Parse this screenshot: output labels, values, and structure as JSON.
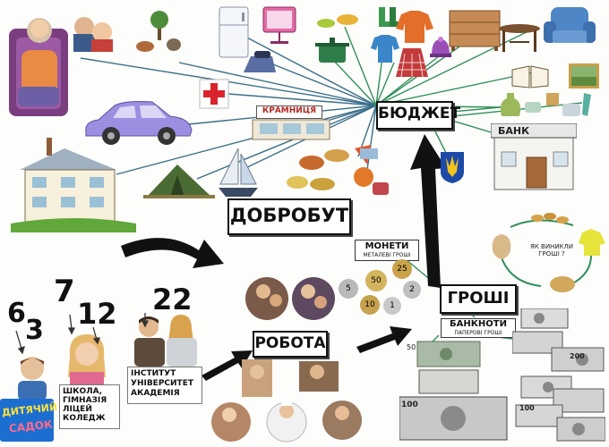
{
  "labels": {
    "budget": "БЮДЖЕТ",
    "wellbeing": "ДОБРОБУТ",
    "money": "ГРОШІ",
    "work": "РОБОТА",
    "shop": "КРАМНИЦЯ",
    "bank": "БАНК",
    "coins_title": "МОНЕТИ",
    "coins_sub": "МЕТАЛЕВІ ГРОШІ",
    "notes_title": "БАНКНОТИ",
    "notes_sub": "ПАПЕРОВІ ГРОШІ",
    "origin_question": "ЯК ВИНИКЛИ ГРОШІ ?",
    "kindergarten_line1": "ДИТЯЧИЙ",
    "kindergarten_line2": "САДОК",
    "school_lines": [
      "ШКОЛА,",
      "ГІМНАЗІЯ",
      "ЛІЦЕЙ",
      "КОЛЕДЖ"
    ],
    "university_lines": [
      "ІНСТИТУТ",
      "УНІВЕРСИТЕТ",
      "АКАДЕМІЯ"
    ]
  },
  "ages": {
    "a6": "6",
    "a3": "3",
    "a7": "7",
    "a12": "12",
    "a22": "22"
  },
  "coins": [
    "25",
    "50",
    "5",
    "10",
    "1",
    "2"
  ],
  "banknotes": [
    "100",
    "50",
    "200",
    "100"
  ],
  "colors": {
    "box_border": "#111111",
    "arrow": "#111111",
    "line_teal": "#3a6f8a",
    "line_green": "#2f8f5b",
    "kindergarten_blue": "#1c6fd1",
    "cross_red": "#d9242b",
    "car_purple": "#9c8ee0"
  },
  "icons": [
    "grandmother-icon",
    "family-icon",
    "bird-icon",
    "fridge-icon",
    "tv-icon",
    "iron-icon",
    "pot-icon",
    "boots-icon",
    "sweater-icon",
    "hat-icon",
    "skirt-icon",
    "dresser-icon",
    "table-icon",
    "armchair-icon",
    "book-icon",
    "painting-icon",
    "perfume-icon",
    "first-aid-cross-icon",
    "car-icon",
    "house-icon",
    "tent-icon",
    "sailboat-icon",
    "food-icon",
    "trident-emblem-icon",
    "bank-building-icon",
    "jug-icon",
    "sweater-cycle-icon",
    "bread-icon",
    "coins-cluster-icon"
  ]
}
